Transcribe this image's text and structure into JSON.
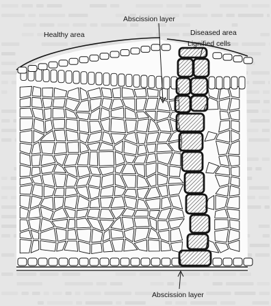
{
  "figure": {
    "labels": {
      "healthy_area": "Healthy area",
      "abscission_layer_top": "Abscission layer",
      "diseased_area": "Diseased area",
      "lignified_cells": "Lignified cells",
      "abscission_layer_bottom": "Abscission layer"
    },
    "colors": {
      "paper": "#e9e9e9",
      "ink": "#151515",
      "cell_fill": "#fbfbfb",
      "hatch": "#444444"
    }
  }
}
